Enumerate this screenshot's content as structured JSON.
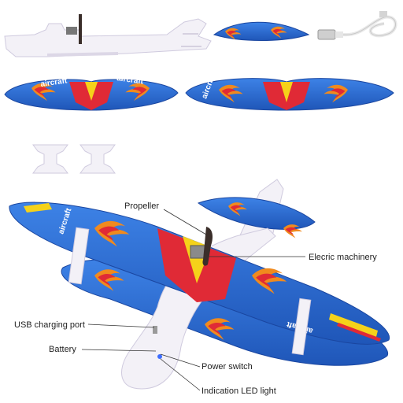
{
  "parts": {
    "wing_word_1": "aircraft",
    "wing_word_2": "aircraft",
    "wing_word_3": "aircraft",
    "wing_word_4": "aircraft",
    "wing_word_5": "aircraft"
  },
  "callouts": {
    "propeller": "Propeller",
    "motor": "Elecric machinery",
    "usb_port": "USB charging port",
    "battery": "Battery",
    "power_switch": "Power switch",
    "led": "Indication LED light"
  },
  "colors": {
    "wing_blue": "#2f6fd6",
    "wing_red": "#e02a36",
    "wing_yellow": "#f5d21a",
    "foam_white": "#f3f1f7",
    "flame_orange": "#f08a1e"
  }
}
